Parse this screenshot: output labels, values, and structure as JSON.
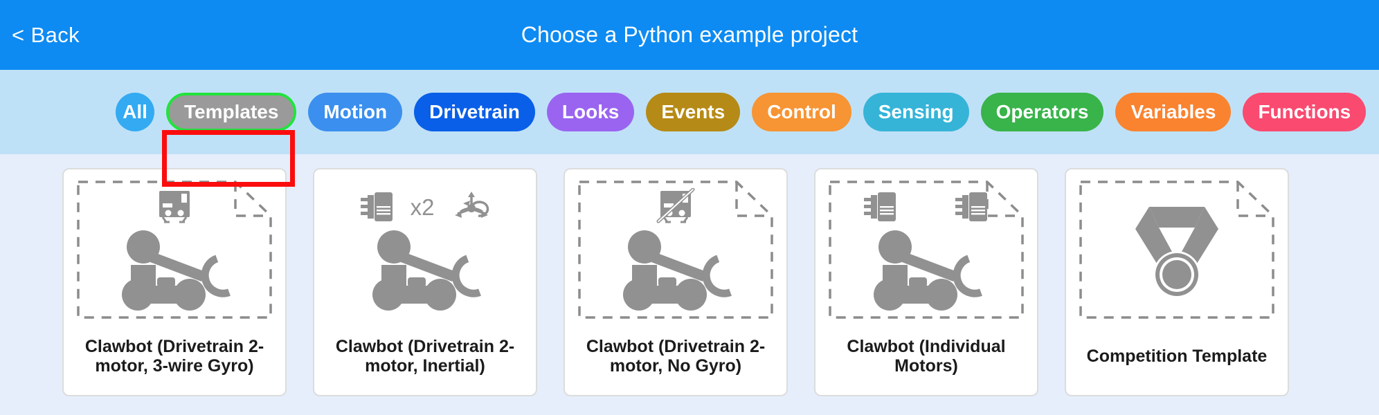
{
  "header": {
    "back_label": "< Back",
    "title": "Choose a Python example project",
    "bg_color": "#0d8bf2"
  },
  "category_bar": {
    "bg_color": "#bfe1f7",
    "highlight_color": "#fb0d0d",
    "selected_outline_color": "#22e33c",
    "items": [
      {
        "label": "All",
        "color": "#33aaf2",
        "selected": false,
        "shape": "circle"
      },
      {
        "label": "Templates",
        "color": "#9a9a9a",
        "selected": true,
        "shape": "pill"
      },
      {
        "label": "Motion",
        "color": "#3b8fee",
        "selected": false,
        "shape": "pill"
      },
      {
        "label": "Drivetrain",
        "color": "#0a5fe8",
        "selected": false,
        "shape": "pill"
      },
      {
        "label": "Looks",
        "color": "#9a64f0",
        "selected": false,
        "shape": "pill"
      },
      {
        "label": "Events",
        "color": "#b68a16",
        "selected": false,
        "shape": "pill"
      },
      {
        "label": "Control",
        "color": "#f79433",
        "selected": false,
        "shape": "pill"
      },
      {
        "label": "Sensing",
        "color": "#35b4d8",
        "selected": false,
        "shape": "pill"
      },
      {
        "label": "Operators",
        "color": "#38b44a",
        "selected": false,
        "shape": "pill"
      },
      {
        "label": "Variables",
        "color": "#fa8330",
        "selected": false,
        "shape": "pill"
      },
      {
        "label": "Functions",
        "color": "#fa4a70",
        "selected": false,
        "shape": "pill"
      }
    ]
  },
  "projects": [
    {
      "label": "Clawbot (Drivetrain 2-motor, 3-wire Gyro)",
      "dashed": true,
      "badges": [
        "gyro-3wire"
      ],
      "icon": "clawbot"
    },
    {
      "label": "Clawbot (Drivetrain 2-motor, Inertial)",
      "dashed": false,
      "badges": [
        "motor",
        "x2-text",
        "inertial"
      ],
      "icon": "clawbot"
    },
    {
      "label": "Clawbot (Drivetrain 2-motor, No Gyro)",
      "dashed": true,
      "badges": [
        "gyro-disabled"
      ],
      "icon": "clawbot"
    },
    {
      "label": "Clawbot (Individual Motors)",
      "dashed": true,
      "badges": [
        "motor",
        "motor"
      ],
      "icon": "clawbot"
    },
    {
      "label": "Competition Template",
      "dashed": true,
      "badges": [],
      "icon": "medal"
    }
  ],
  "icon_labels": {
    "x2": "x2"
  },
  "colors": {
    "page_bg": "#e6eefb",
    "card_bg": "#ffffff",
    "icon_gray": "#919191"
  }
}
